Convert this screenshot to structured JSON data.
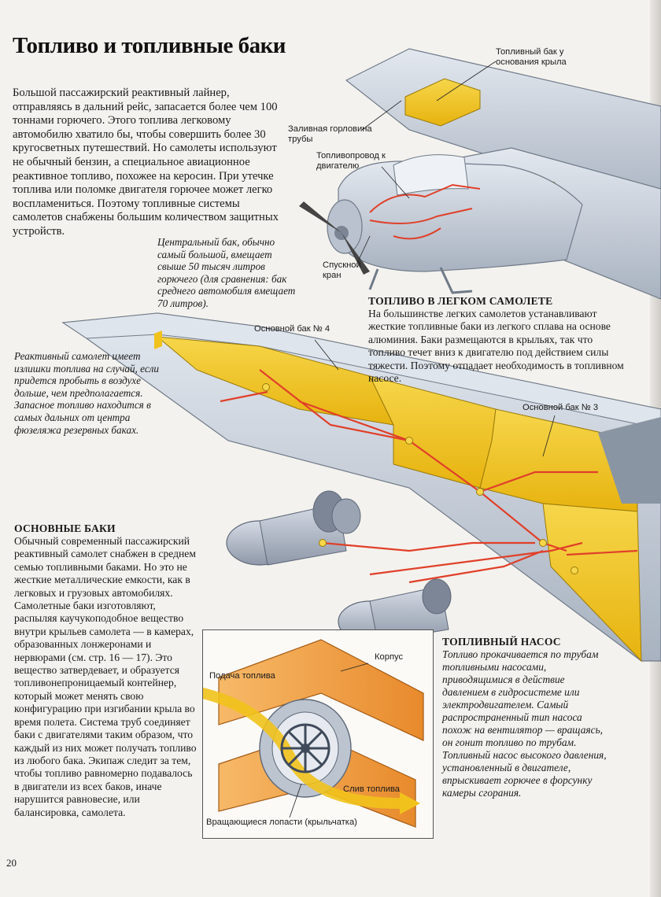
{
  "title": "Топливо и топливные баки",
  "intro": "Большой пассажирский реактивный лайнер, отправляясь в дальний рейс, запасается более чем 100 тоннами горючего. Этого топлива легковому автомобилю хватило бы, чтобы совершить более 30 кругосветных путешествий. Но самолеты используют не обычный бензин, а специальное авиационное реактивное топливо, похожее на керосин. При утечке топлива или поломке двигателя горючее может легко воспламениться. Поэтому топливные системы самолетов снабжены большим количеством защитных устройств.",
  "central_tank_note": "Центральный бак, обычно самый большой, вмещает свыше 50 тысяч литров горючего (для сравнения: бак среднего автомобиля вмещает 70 литров).",
  "reserve_note": "Реактивный самолет имеет излишки топлива на случай, если придется пробыть в воздухе дольше, чем предполагается. Запасное топливо находится в самых дальних от центра фюзеляжа резервных баках.",
  "light_plane": {
    "heading": "Топливо в легком самолете",
    "text": "На большинстве легких самолетов устанавливают жесткие топливные баки из легкого сплава на основе алюминия. Баки размещаются в крыльях, так что топливо течет вниз к двигателю под действием силы тяжести. Поэтому отпадает необходимость в топливном насосе.",
    "labels": {
      "wing_root_tank": "Топливный бак у основания крыла",
      "filler_neck": "Заливная горловина трубы",
      "fuel_line": "Топливопровод к двигателю",
      "drain_valve": "Спускной кран"
    }
  },
  "main_tanks": {
    "heading": "Основные баки",
    "text": "Обычный современный пассажирский реактивный самолет снабжен в среднем семью топливными баками. Но это не жесткие металлические емкости, как в легковых и грузовых автомобилях. Самолетные баки изготовляют, распыляя каучукоподобное вещество внутри крыльев самолета — в камерах, образованных лонжеронами и нервюрами (см. стр. 16 — 17). Это вещество затвердевает, и образуется топливонепроницаемый контейнер, который может менять свою конфигурацию при изгибании крыла во время полета. Система труб соединяет баки с двигателями таким образом, что каждый из них может получать топливо из любого бака. Экипаж следит за тем, чтобы топливо равномерно подавалось в двигатели из всех баков, иначе нарушится равновесие, или балансировка, самолета."
  },
  "jet_labels": {
    "tank4": "Основной бак № 4",
    "tank3": "Основной бак № 3"
  },
  "pump": {
    "heading": "Топливный насос",
    "text": "Топливо прокачивается по трубам топливными насосами, приводящимися в действие давлением в гидросистеме или электродвигателем. Самый распространенный тип насоса похож на вентилятор — вращаясь, он гонит топливо по трубам. Топливный насос высокого давления, установленный в двигателе, впрыскивает горючее в форсунку камеры сгорания.",
    "labels": {
      "housing": "Корпус",
      "fuel_in": "Подача топлива",
      "fuel_out": "Слив топлива",
      "blades": "Вращающиеся лопасти (крыльчатка)"
    }
  },
  "page_number": "20",
  "colors": {
    "fuel_yellow": "#f1c21b",
    "pipe_red": "#e0402a",
    "metal": "#c9d1dc",
    "pump_orange": "#f2a04a"
  }
}
